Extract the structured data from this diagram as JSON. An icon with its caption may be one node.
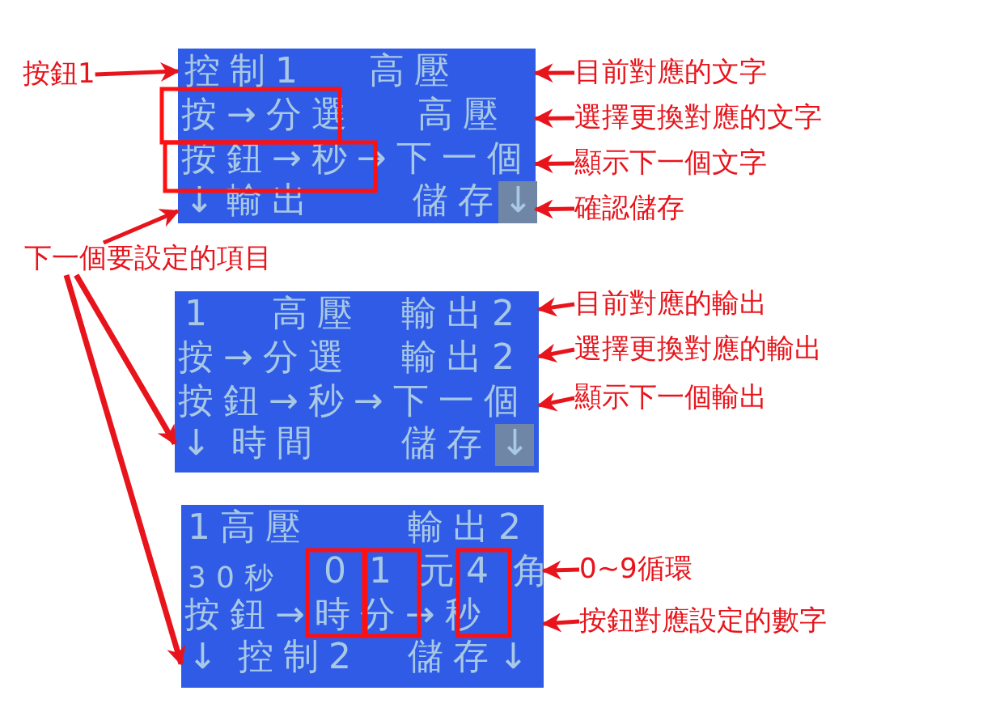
{
  "diagram": {
    "nodes": [
      {
        "text": [
          "按鈕1"
        ]
      },
      {
        "text": [
          "控制1",
          "高壓",
          "按→分選",
          "高壓",
          "按鈕→秒→下一個",
          "↓",
          "輸出",
          "儲存",
          "↓"
        ]
      },
      {
        "text": [
          "目前對應的文字"
        ]
      },
      {
        "text": [
          "選擇更換對應的文字"
        ]
      },
      {
        "text": [
          "顯示下一個文字"
        ]
      },
      {
        "text": [
          "確認儲存"
        ]
      },
      {
        "text": [
          "下一個要設定的項目"
        ]
      },
      {
        "text": [
          "1",
          "高壓",
          "輸出2",
          "按→分選",
          "輸出2",
          "按鈕→秒→下一個",
          "↓",
          "時間",
          "儲存",
          "↓"
        ]
      },
      {
        "text": [
          "目前對應的輸出"
        ]
      },
      {
        "text": [
          "選擇更換對應的輸出"
        ]
      },
      {
        "text": [
          "顯示下一個輸出"
        ]
      },
      {
        "text": [
          "1高壓",
          "輸出2",
          "30秒",
          "0",
          "1",
          "元",
          "4",
          "角",
          "按鈕→時分→秒",
          "↓",
          "控制2",
          "儲存↓"
        ]
      },
      {
        "text": [
          "0~9循環"
        ]
      },
      {
        "text": [
          "按鈕對應設定的數字"
        ]
      }
    ],
    "edges": [
      {
        "from": 0,
        "to": 1,
        "arrow": "to"
      },
      {
        "from": 2,
        "to": 1,
        "arrow": "to"
      },
      {
        "from": 3,
        "to": 1,
        "arrow": "to"
      },
      {
        "from": 4,
        "to": 1,
        "arrow": "to"
      },
      {
        "from": 5,
        "to": 1,
        "arrow": "to"
      },
      {
        "from": 6,
        "to": 1,
        "arrow": "to"
      },
      {
        "from": 6,
        "to": 7,
        "arrow": "to"
      },
      {
        "from": 6,
        "to": 11,
        "arrow": "to"
      },
      {
        "from": 8,
        "to": 7,
        "arrow": "to"
      },
      {
        "from": 9,
        "to": 7,
        "arrow": "to"
      },
      {
        "from": 10,
        "to": 7,
        "arrow": "to"
      },
      {
        "from": 12,
        "to": 11,
        "arrow": "to"
      },
      {
        "from": 13,
        "to": 11,
        "arrow": "to"
      }
    ]
  }
}
